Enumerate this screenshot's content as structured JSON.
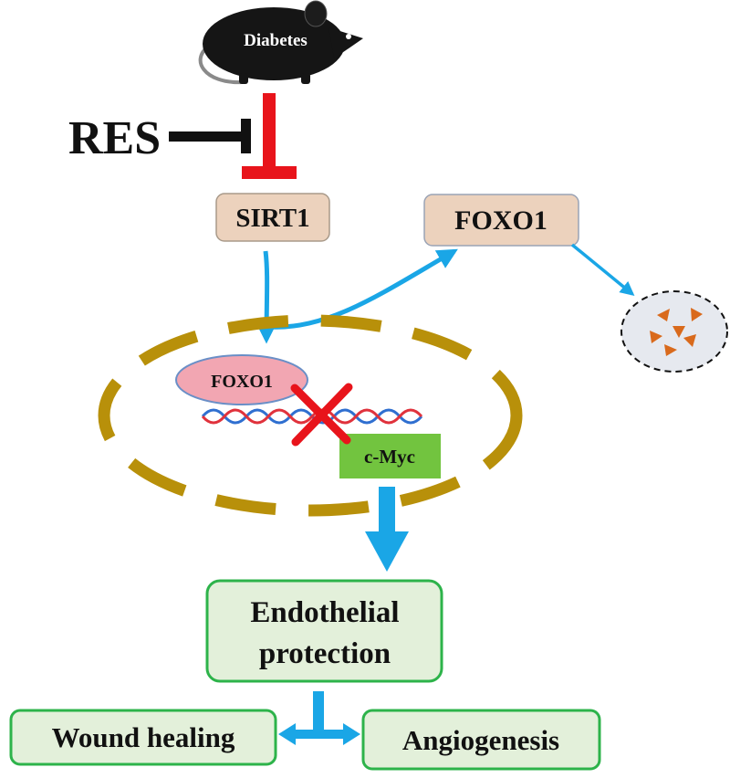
{
  "labels": {
    "diabetes": "Diabetes",
    "res": "RES",
    "sirt1": "SIRT1",
    "foxo1_cyto": "FOXO1",
    "foxo1_nuc": "FOXO1",
    "cmyc": "c-Myc",
    "endothelial_line1": "Endothelial",
    "endothelial_line2": "protection",
    "wound": "Wound healing",
    "angio": "Angiogenesis"
  },
  "colors": {
    "inhibit_red": "#e8141b",
    "res_bar": "#111111",
    "arrow_blue": "#1aa6e6",
    "nucleus_gold": "#b8900a",
    "box_beige": "#ecd2bd",
    "box_pink": "#f2a6b2",
    "box_green": "#72c43f",
    "outcome_fill": "#e3f0da",
    "outcome_border": "#2db34a",
    "dna_blue": "#2f6fd0",
    "dna_red": "#e0323c",
    "degradation_fill": "#e6e9ef",
    "triangle_orange": "#d96a1c"
  },
  "icons": {
    "mouse": "mouse-icon",
    "dna": "dna-helix-icon",
    "block": "x-mark-icon",
    "degradation": "degradation-particles-icon"
  }
}
